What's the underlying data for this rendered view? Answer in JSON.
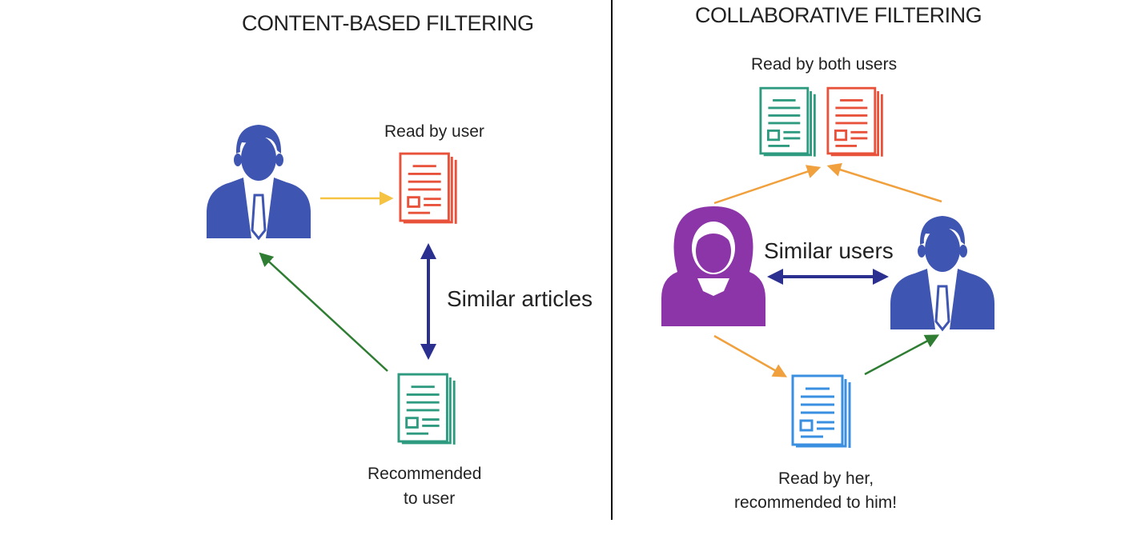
{
  "content_based": {
    "title": "CONTENT-BASED FILTERING",
    "read_by_user": "Read by user",
    "similar_articles": "Similar articles",
    "recommended_line1": "Recommended",
    "recommended_line2": "to user"
  },
  "collaborative": {
    "title": "COLLABORATIVE FILTERING",
    "read_by_both": "Read by both users",
    "similar_users": "Similar users",
    "read_by_her_line1": "Read by her,",
    "read_by_her_line2": "recommended to him!"
  },
  "colors": {
    "user_blue": "#3f55b2",
    "user_purple": "#8c35a8",
    "doc_red": "#e8523b",
    "doc_teal": "#2e9a7f",
    "doc_blue": "#3a8fe0",
    "arrow_yellow": "#f5c242",
    "arrow_orange": "#f0a03c",
    "arrow_green": "#2e7d32",
    "arrow_navy": "#2b2f8f",
    "divider": "#000000"
  },
  "icons": {
    "user": "person-icon",
    "document": "document-icon"
  }
}
